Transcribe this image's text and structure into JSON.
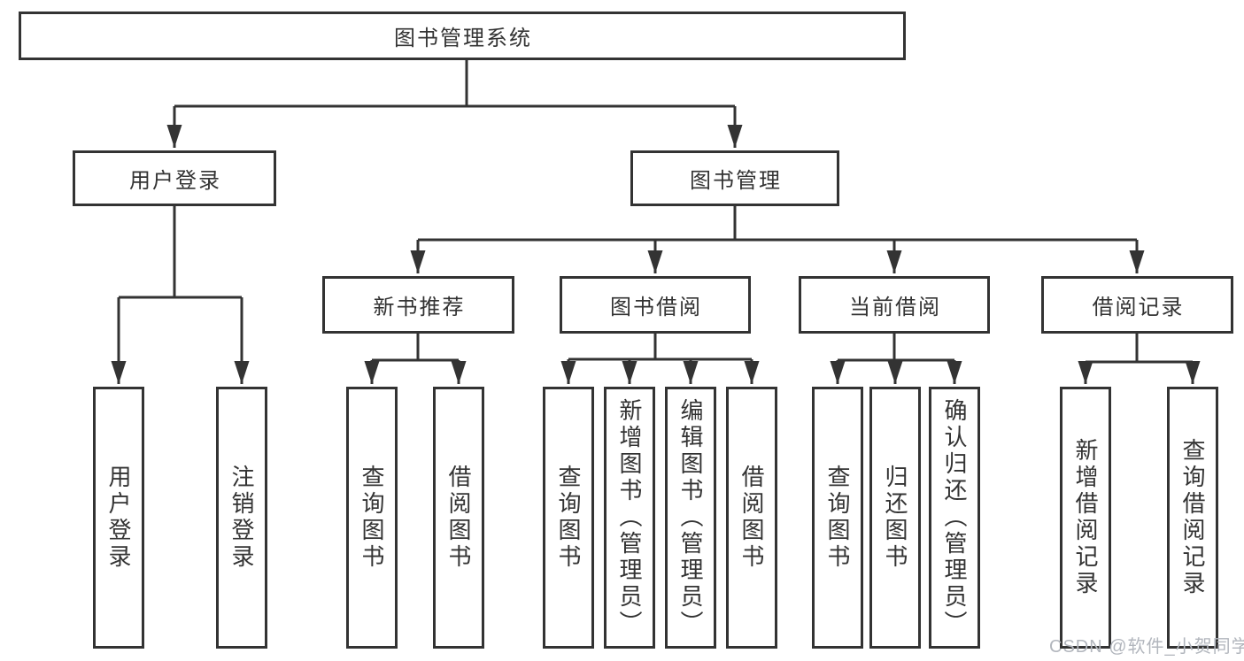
{
  "colors": {
    "line": "#333333",
    "text": "#333333",
    "watermark_color": "#b2b6bd",
    "background": "#ffffff"
  },
  "tree": {
    "root": {
      "label": "图书管理系统",
      "children": [
        {
          "label": "用户登录",
          "children": [
            {
              "label": "用户登录"
            },
            {
              "label": "注销登录"
            }
          ]
        },
        {
          "label": "图书管理",
          "children": [
            {
              "label": "新书推荐",
              "children": [
                {
                  "label": "查询图书"
                },
                {
                  "label": "借阅图书"
                }
              ]
            },
            {
              "label": "图书借阅",
              "children": [
                {
                  "label": "查询图书"
                },
                {
                  "label": "新增图书（管理员）"
                },
                {
                  "label": "编辑图书（管理员）"
                },
                {
                  "label": "借阅图书"
                }
              ]
            },
            {
              "label": "当前借阅",
              "children": [
                {
                  "label": "查询图书"
                },
                {
                  "label": "归还图书"
                },
                {
                  "label": "确认归还（管理员）"
                }
              ]
            },
            {
              "label": "借阅记录",
              "children": [
                {
                  "label": "新增借阅记录"
                },
                {
                  "label": "查询借阅记录"
                }
              ]
            }
          ]
        }
      ]
    }
  },
  "watermark": {
    "text": "CSDN @软件_小贺同学"
  }
}
